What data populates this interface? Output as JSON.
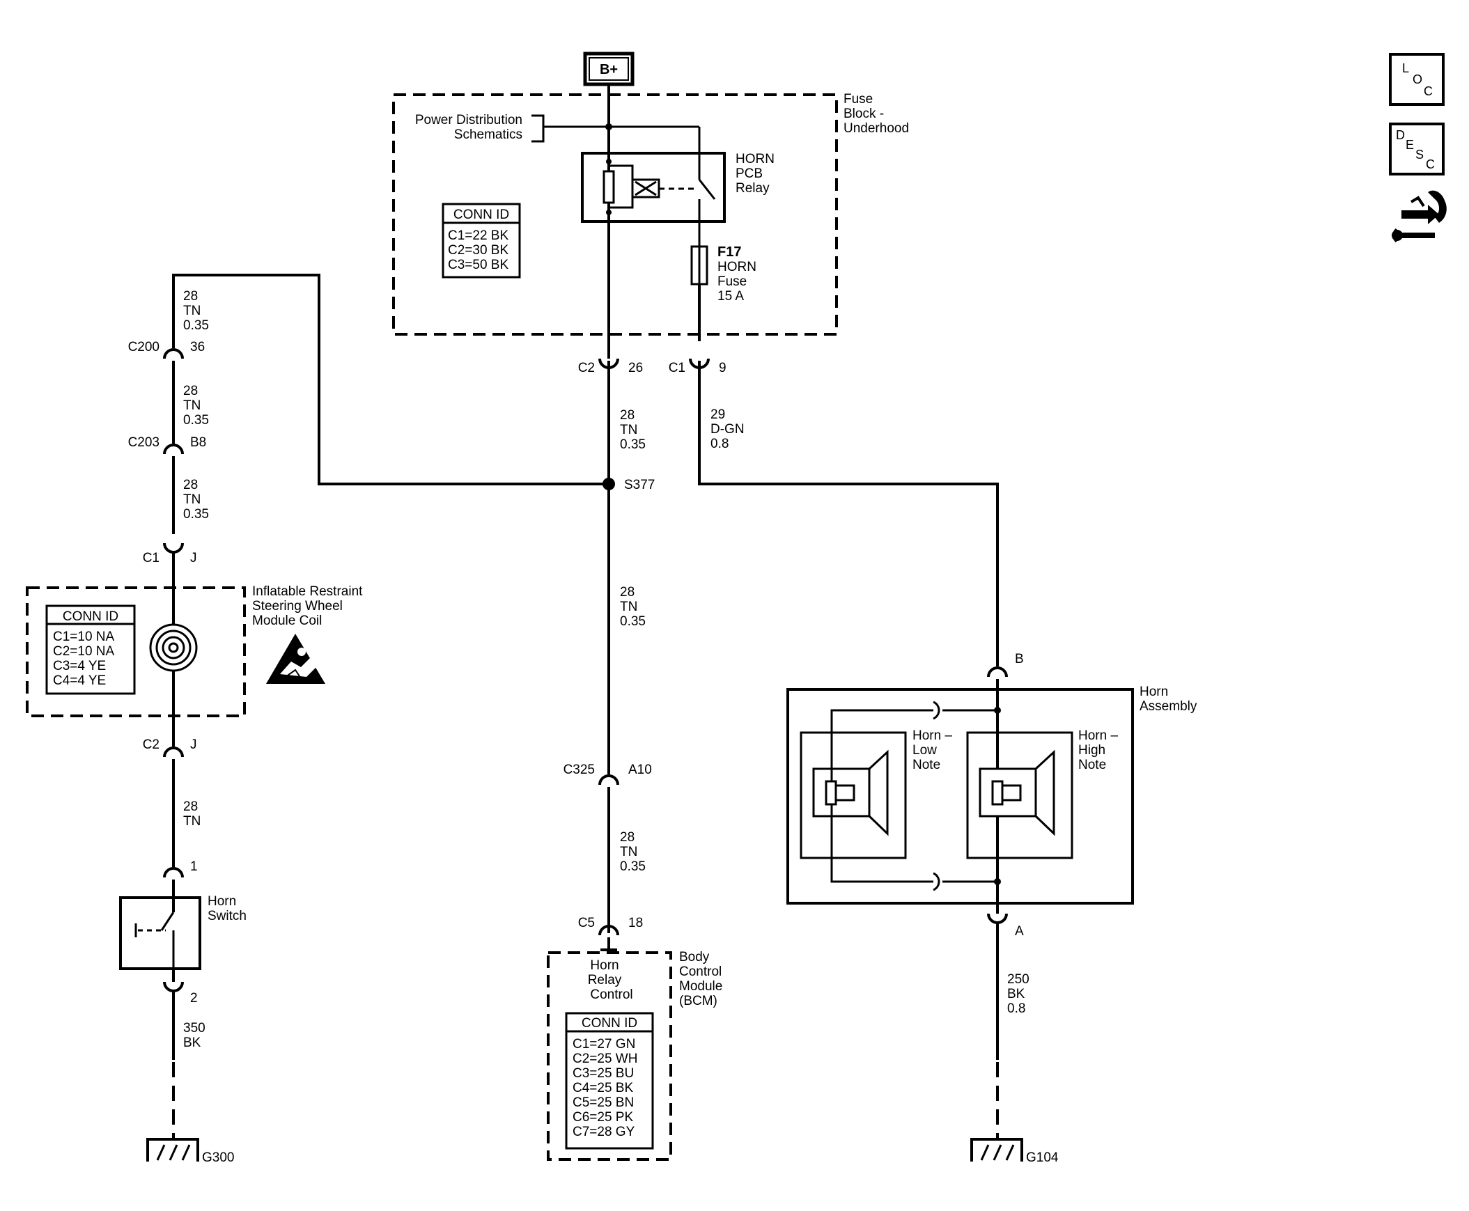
{
  "power_source": "B+",
  "fuse_block": {
    "title_lines": [
      "Fuse",
      "Block -",
      "Underhood"
    ],
    "power_dist_lines": [
      "Power Distribution",
      "Schematics"
    ],
    "relay_lines": [
      "HORN",
      "PCB",
      "Relay"
    ],
    "fuse_lines": [
      "F17",
      "HORN",
      "Fuse",
      "15 A"
    ],
    "conn_id": {
      "header": "CONN ID",
      "rows": [
        "C1=22 BK",
        "C2=30 BK",
        "C3=50 BK"
      ]
    }
  },
  "connectors": {
    "c2_fb": {
      "name": "C2",
      "pin": "26"
    },
    "c1_fb": {
      "name": "C1",
      "pin": "9"
    },
    "c200": {
      "name": "C200",
      "pin": "36"
    },
    "c203": {
      "name": "C203",
      "pin": "B8"
    },
    "c1_coil": {
      "name": "C1",
      "pin": "J"
    },
    "c2_coil": {
      "name": "C2",
      "pin": "J"
    },
    "sw_pin1": {
      "pin": "1"
    },
    "sw_pin2": {
      "pin": "2"
    },
    "c325": {
      "name": "C325",
      "pin": "A10"
    },
    "c5": {
      "name": "C5",
      "pin": "18"
    },
    "horn_b": {
      "pin": "B"
    },
    "horn_a": {
      "pin": "A"
    }
  },
  "wires": {
    "left_top": [
      "28",
      "TN",
      "0.35"
    ],
    "left_c200_c203": [
      "28",
      "TN",
      "0.35"
    ],
    "left_c203_c1": [
      "28",
      "TN",
      "0.35"
    ],
    "left_c2_sw": [
      "28",
      "TN"
    ],
    "left_sw_gnd": [
      "350",
      "BK"
    ],
    "center_upper": [
      "28",
      "TN",
      "0.35"
    ],
    "center_middle": [
      "28",
      "TN",
      "0.35"
    ],
    "center_lower": [
      "28",
      "TN",
      "0.35"
    ],
    "right_upper": [
      "29",
      "D-GN",
      "0.8"
    ],
    "right_gnd": [
      "250",
      "BK",
      "0.8"
    ]
  },
  "splice": "S377",
  "coil": {
    "title_lines": [
      "Inflatable Restraint",
      "Steering Wheel",
      "Module Coil"
    ],
    "conn_id": {
      "header": "CONN ID",
      "rows": [
        "C1=10 NA",
        "C2=10 NA",
        "C3=4 YE",
        "C4=4 YE"
      ]
    }
  },
  "horn_switch": {
    "title_lines": [
      "Horn",
      "Switch"
    ]
  },
  "bcm": {
    "title_lines": [
      "Body",
      "Control",
      "Module",
      "(BCM)"
    ],
    "function_lines": [
      "Horn",
      "Relay",
      "Control"
    ],
    "conn_id": {
      "header": "CONN ID",
      "rows": [
        "C1=27 GN",
        "C2=25 WH",
        "C3=25 BU",
        "C4=25 BK",
        "C5=25 BN",
        "C6=25 PK",
        "C7=28 GY"
      ]
    }
  },
  "horn_assembly": {
    "title_lines": [
      "Horn",
      "Assembly"
    ],
    "low_note_lines": [
      "Horn –",
      "Low",
      "Note"
    ],
    "high_note_lines": [
      "Horn –",
      "High",
      "Note"
    ]
  },
  "grounds": {
    "left": "G300",
    "right": "G104"
  },
  "nav": {
    "loc": {
      "l1": "L",
      "l2": "O",
      "l3": "C"
    },
    "desc": {
      "l1": "D",
      "l2": "E",
      "l3": "S",
      "l4": "C"
    }
  }
}
